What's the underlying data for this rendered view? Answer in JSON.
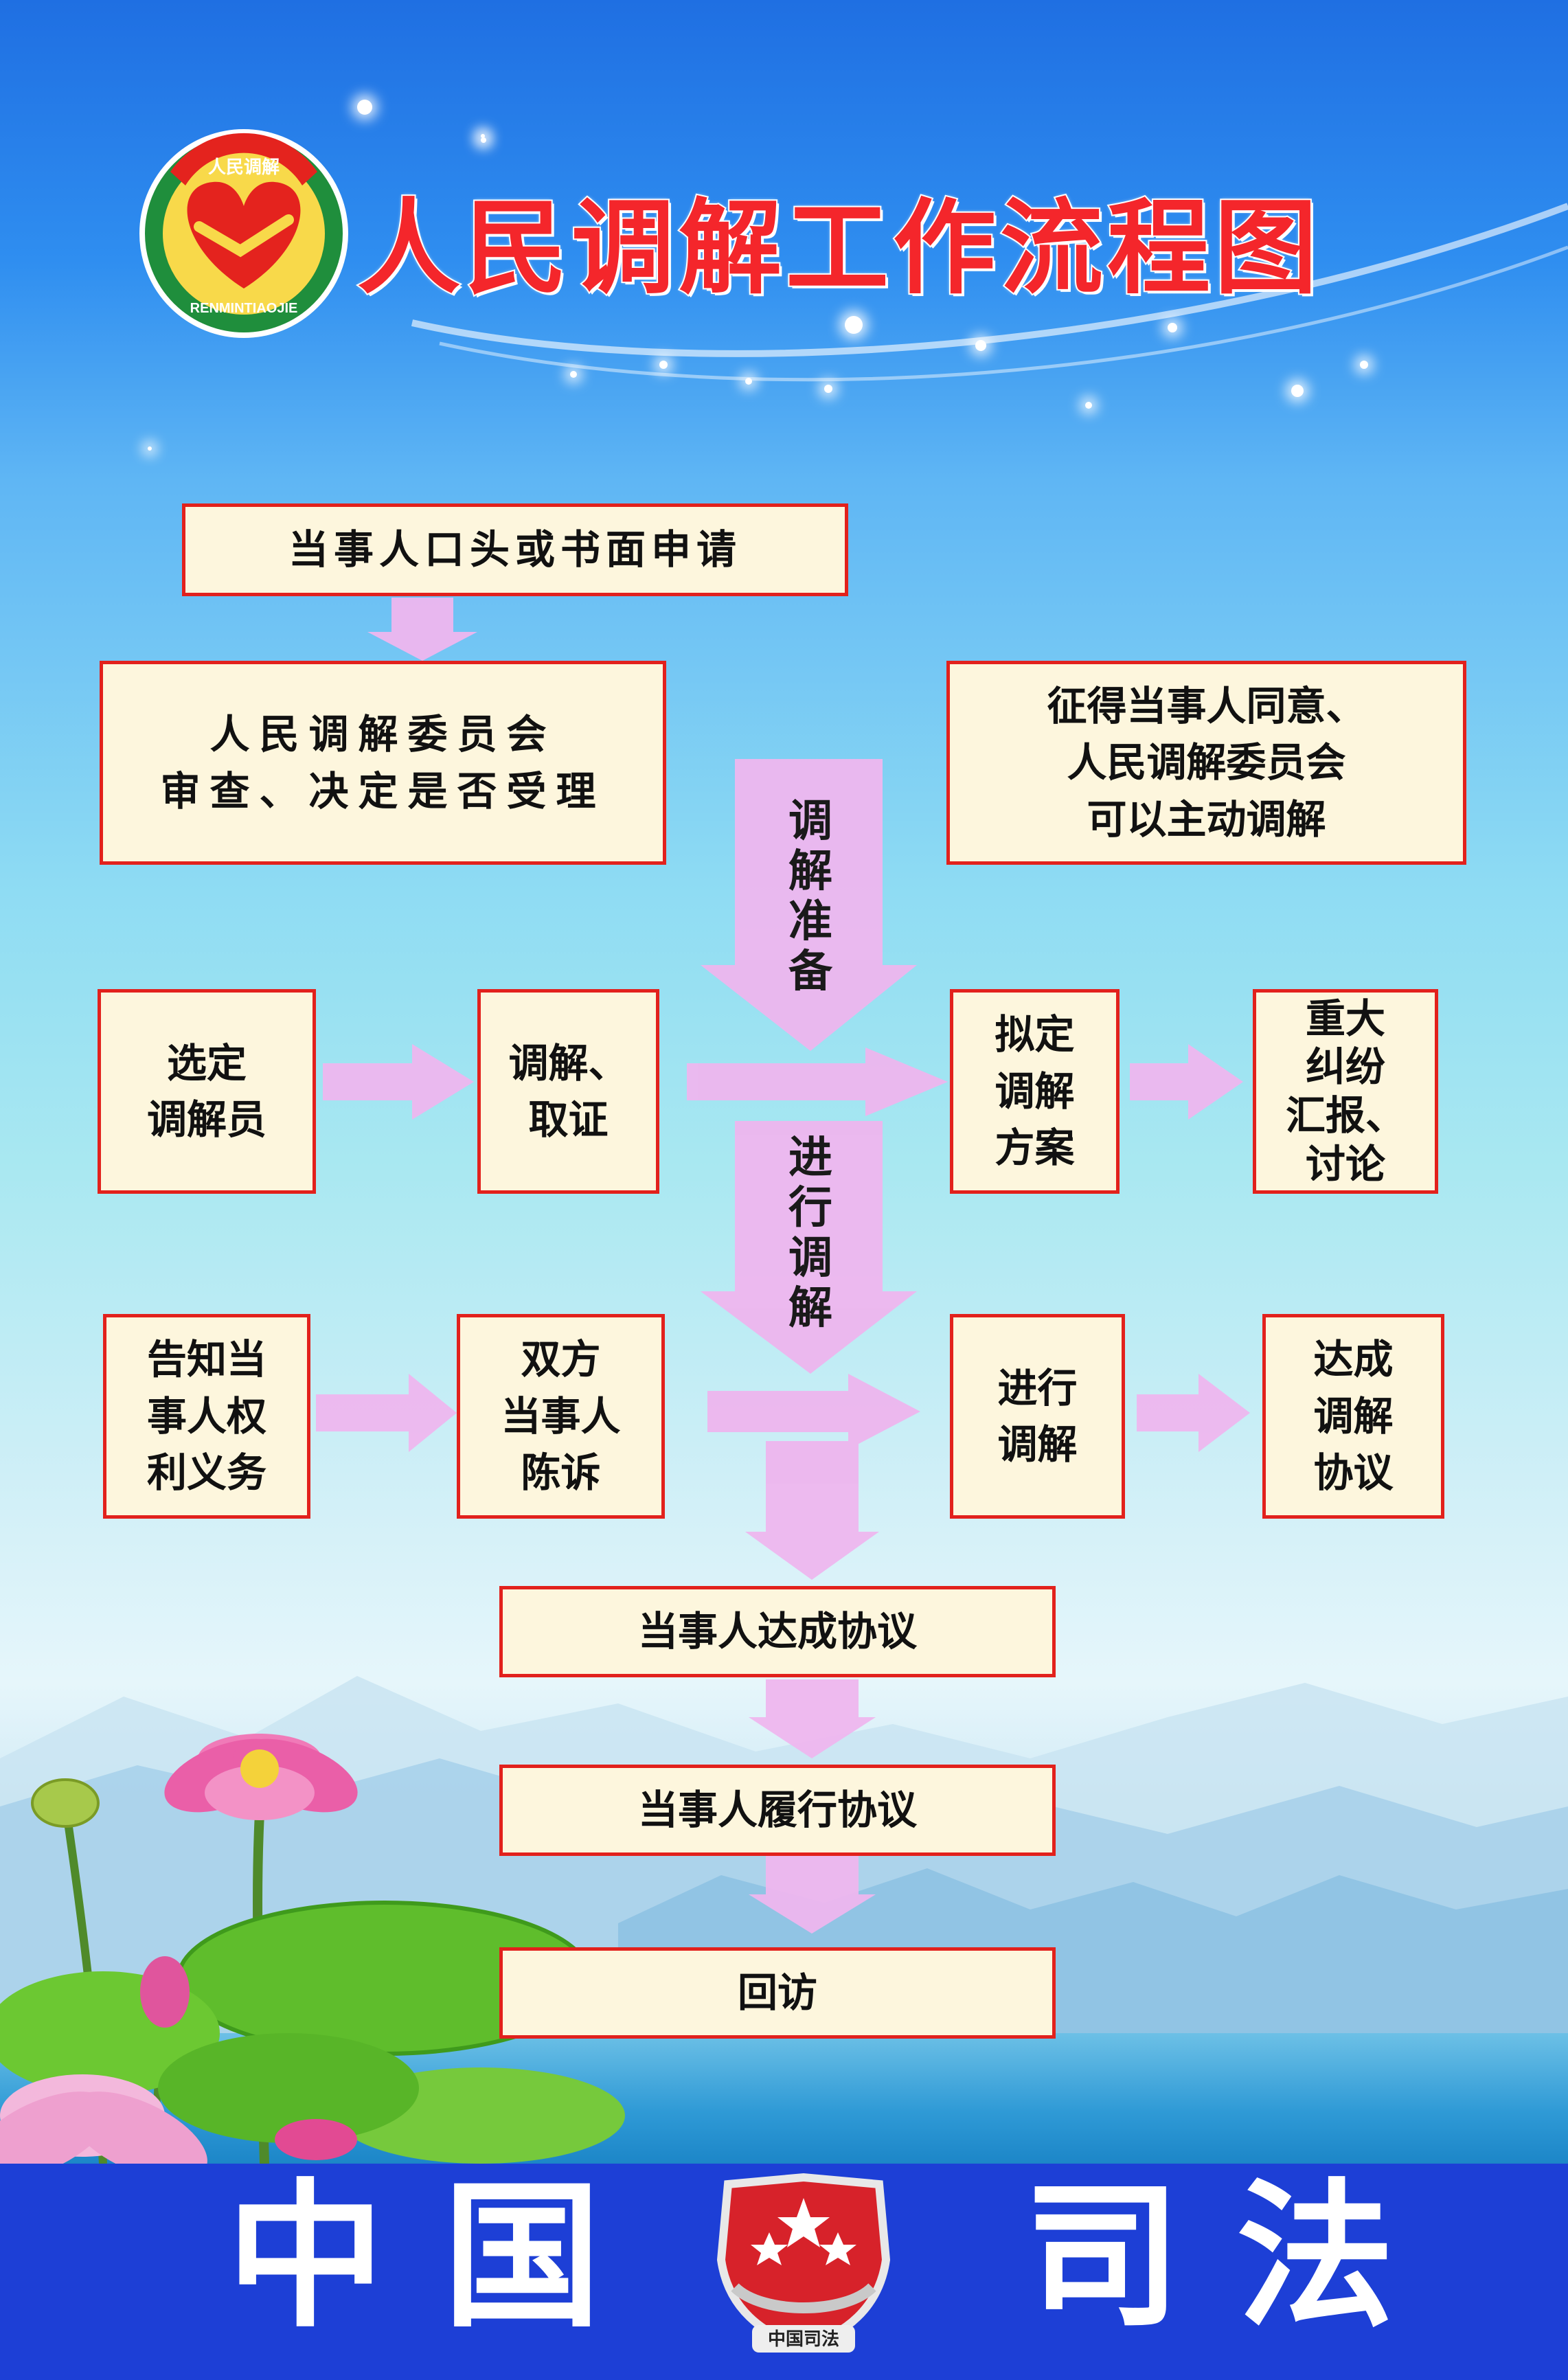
{
  "title": "人民调解工作流程图",
  "logo": {
    "arc_text": "人民调解",
    "bottom_text": "RENMINTIAOJIE"
  },
  "boxes": {
    "apply": "当事人口头或书面申请",
    "review": "人民调解委员会\n审查、决定是否受理",
    "consent": "征得当事人同意、\n人民调解委员会\n可以主动调解",
    "select_mediator": "选定\n调解员",
    "investigate": "调解、\n取证",
    "draft_plan": "拟定\n调解\n方案",
    "major_dispute": "重大\n纠纷\n汇报、\n讨论",
    "inform_rights": "告知当\n事人权\n利义务",
    "both_parties": "双方\n当事人\n陈诉",
    "conduct": "进行\n调解",
    "reach_agreement": "达成\n调解\n协议",
    "parties_agree": "当事人达成协议",
    "fulfill": "当事人履行协议",
    "revisit": "回访"
  },
  "phase_labels": {
    "preparation": "调\n解\n准\n备",
    "mediation": "进\n行\n调\n解"
  },
  "footer": {
    "chars": [
      "中",
      "国",
      "司",
      "法"
    ],
    "emblem_text": "中国司法"
  }
}
